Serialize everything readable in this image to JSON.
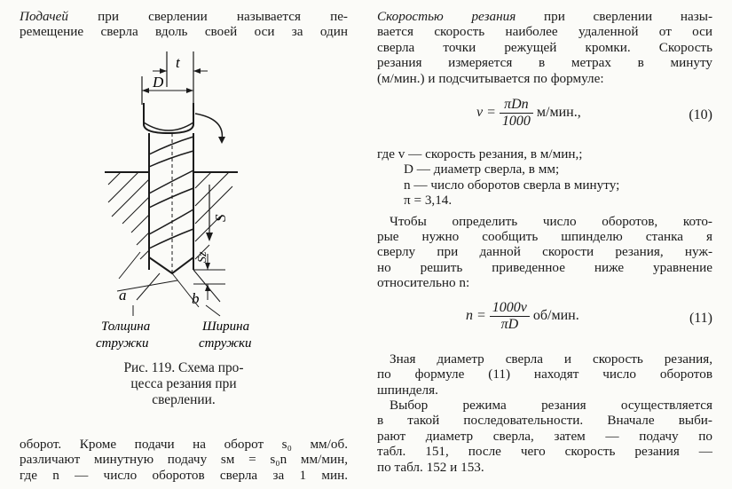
{
  "left": {
    "intro_lines": [
      {
        "italic": "Подачей",
        "text": " при сверлении называется пе-"
      },
      {
        "italic": "",
        "text": "ремещение сверла вдоль своей оси за один"
      }
    ],
    "figure": {
      "labels": {
        "t": "t",
        "D": "D",
        "S": "S",
        "Sz": "Sz",
        "a": "a",
        "b": "b",
        "thickness_1": "Толщина",
        "thickness_2": "стружки",
        "width_1": "Ширина",
        "width_2": "стружки"
      },
      "caption_lines": [
        "Рис. 119. Схема про-",
        "цесса  резания  при",
        "сверлении."
      ]
    },
    "bottom_lines": [
      "оборот. Кроме подачи на оборот s₀ мм/об.",
      "различают минутную подачу sм = s₀n мм/мин,",
      "где  n — число оборотов сверла за 1 мин."
    ]
  },
  "right": {
    "speed_lines": [
      {
        "italic": "Скоростью резания",
        "text": " при сверлении назы-"
      },
      {
        "italic": "",
        "text": "вается скорость наиболее удаленной от оси"
      },
      {
        "italic": "",
        "text": "сверла  точки  режущей  кромки.  Скорость"
      },
      {
        "italic": "",
        "text": "резания  измеряется  в  метрах  в  минуту"
      },
      {
        "italic": "",
        "text": "(м/мин.) и подсчитывается по формуле:"
      }
    ],
    "formula10": {
      "lhs": "v =",
      "num": "πDn",
      "den": "1000",
      "unit": "м/мин.,",
      "number": "(10)"
    },
    "where_lines": [
      "где v — скорость резания, в м/мин,;",
      "D — диаметр сверла, в мм;",
      "n — число оборотов сверла в минуту;",
      "π = 3,14."
    ],
    "rpm_lines": [
      "Чтобы определить число оборотов, кото-",
      "рые нужно сообщить шпинделю станка я",
      "сверлу при данной скорости резания, нуж-",
      "но  решить  приведенное  ниже  уравнение",
      "относительно n:"
    ],
    "formula11": {
      "lhs": "n =",
      "num": "1000v",
      "den": "πD",
      "unit": "об/мин.",
      "number": "(11)"
    },
    "knowing_lines": [
      "Зная диаметр сверла и скорость резания,",
      "по  формуле  (11)  находят  число  оборотов",
      "шпинделя."
    ],
    "choice_lines": [
      "Выбор режима резания осуществляется",
      "в такой последовательности. Вначале выби-",
      "рают  диаметр  сверла,  затем — подачу  по",
      "табл.  151,  после  чего  скорость  резания —",
      "по табл. 152 и 153."
    ]
  }
}
